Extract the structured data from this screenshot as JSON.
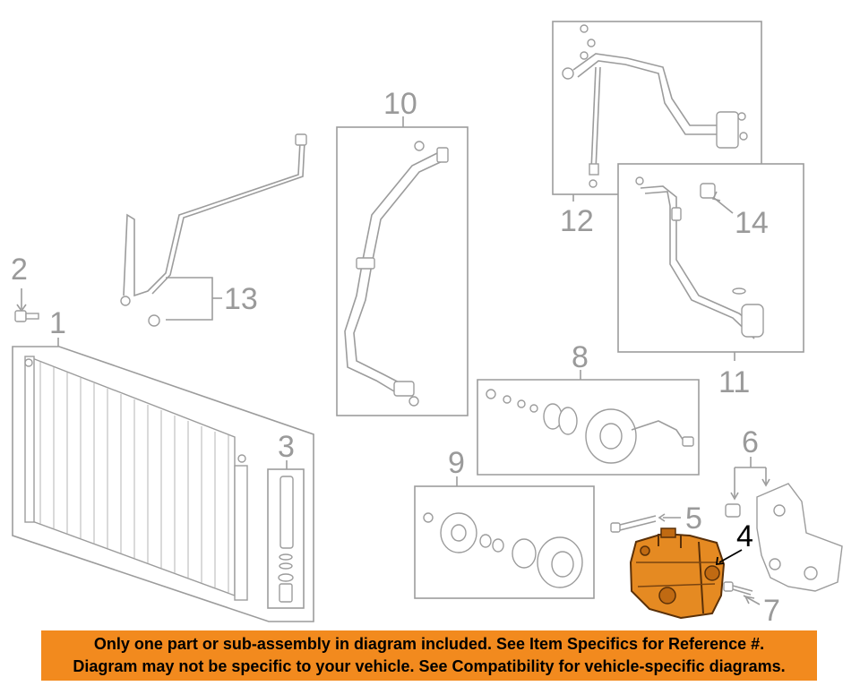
{
  "callouts": {
    "c1": "1",
    "c2": "2",
    "c3": "3",
    "c4": "4",
    "c5": "5",
    "c6": "6",
    "c7": "7",
    "c8": "8",
    "c9": "9",
    "c10": "10",
    "c11": "11",
    "c12": "12",
    "c13": "13",
    "c14": "14"
  },
  "banner": {
    "line1": "Only one part or sub-assembly in diagram included. See Item Specifics for Reference #.",
    "line2": "Diagram may not be specific to your vehicle. See Compatibility for vehicle-specific diagrams."
  },
  "colors": {
    "banner_bg": "#f28a1e",
    "highlight_part": "#e58a22",
    "line_gray": "#9c9c9c"
  }
}
